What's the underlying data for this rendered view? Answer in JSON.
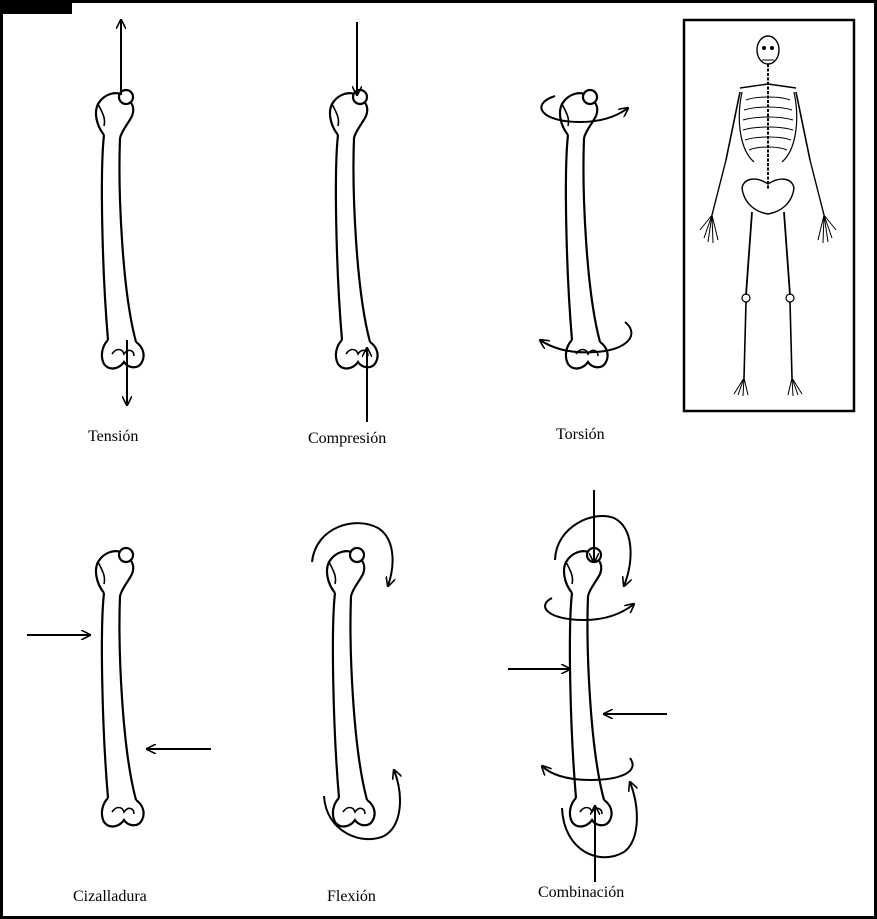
{
  "panels": {
    "tension": {
      "label": "Tensión"
    },
    "compression": {
      "label": "Compresión"
    },
    "torsion": {
      "label": "Torsión"
    },
    "shear": {
      "label": "Cizalladura"
    },
    "flexion": {
      "label": "Flexión"
    },
    "combination": {
      "label": "Combinación"
    }
  },
  "colors": {
    "ink": "#000000",
    "background": "#ffffff"
  }
}
